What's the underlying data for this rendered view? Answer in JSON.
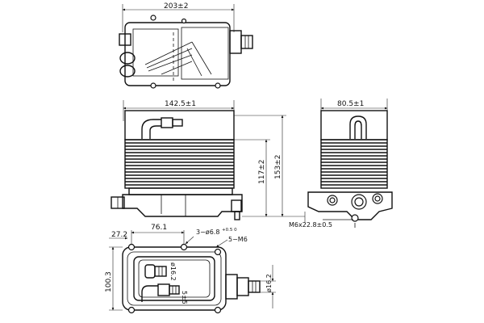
{
  "views": {
    "top": {
      "dims": {
        "overall_width": "203±2"
      }
    },
    "front": {
      "dims": {
        "core_width": "142.5±1",
        "fitting_height": "117±2",
        "overall_height": "153±2"
      }
    },
    "side": {
      "dims": {
        "depth": "80.5±1",
        "thread": "M6x22.8±0.5"
      }
    },
    "bottom": {
      "dims": {
        "mount_offset": "27.2",
        "hole_spacing": "76.1",
        "hole_pattern": "3−ø6.8",
        "hole_pattern_tol": "+0.5\n0",
        "thread_holes": "5−M6",
        "port_diameter_a": "ø16.2",
        "port_diameter_b": "ø16.2",
        "stub_length": "5±5",
        "base_height": "100.3"
      }
    }
  }
}
